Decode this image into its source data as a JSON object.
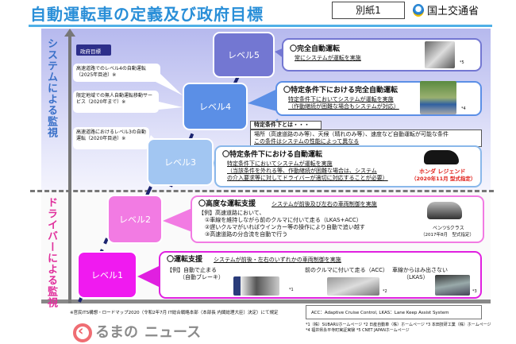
{
  "header": {
    "title": "自動運転車の定義及び政府目標",
    "attachment": "別紙1",
    "ministry": "国土交通省"
  },
  "side_labels": {
    "system": "システムによる監視",
    "driver": "ドライバーによる監視"
  },
  "goals": {
    "badge": "政府目標",
    "items": [
      "高速道路でのレベル4の自動運転（2025年目途）※",
      "限定地域での無人自動運転移動サービス（2020年まで）※",
      "高速道路におけるレベル3の自動運転（2020年目途）※"
    ]
  },
  "levels": [
    {
      "label": "レベル5",
      "heading": "〇完全自動運転",
      "lines": [
        "常にシステムが運転を実施"
      ],
      "credit": "*5"
    },
    {
      "label": "レベル4",
      "heading": "〇特定条件下における完全自動運転",
      "lines": [
        "特定条件下においてシステムが運転を実施",
        "（作動継続が困難な場合もシステムが対応）"
      ],
      "credit": "*4"
    },
    {
      "label": "レベル3",
      "heading": "〇特定条件下における自動運転",
      "lines": [
        "特定条件下においてシステムが運転を実施",
        "（当該条件を外れる等、作動継続が困難な場合は、システム",
        "の介入要求等に対してドライバーが適切に対応することが必要）"
      ],
      "car": "ホンダ レジェンド",
      "car_note": "（2020年11月 型式指定）"
    },
    {
      "label": "レベル2",
      "heading": "〇高度な運転支援",
      "summary": "システムが前後及び左右の車両制御を実施",
      "lines": [
        "【例】高速道路において、",
        "①車線を維持しながら前のクルマに付いて走る（LKAS+ACC）",
        "②遅いクルマがいればウインカー等の操作により自動で追い越す",
        "③高速道路の分合流を自動で行う"
      ],
      "car": "ベンツSクラス",
      "car_note": "（2017年8月　型式指定）"
    },
    {
      "label": "レベル1",
      "heading": "〇運転支援",
      "summary": "システムが前後・左右のいずれかの車両制御を実施",
      "ex1": "【例】自動で止まる",
      "ex1b": "（自動ブレーキ）",
      "ex2": "前のクルマに付いて走る（ACC）",
      "ex3": "車線からはみ出さない",
      "ex3b": "（LKAS）",
      "credits": [
        "*1",
        "*2",
        "*3"
      ]
    }
  ],
  "condition": {
    "title": "特定条件下とは・・・",
    "lines": [
      "場所（高速道路のみ等）、天候（晴れのみ等）、速度など自動運転が可能な条件",
      "この条件はシステムの性能によって異なる"
    ]
  },
  "footnote": "※官民ITS構想・ロードマップ2020（令和2年7月 IT総合戦略本部（本部長 内閣総理大臣）決定）にて規定",
  "abbrev": "ACC：Adaptive Cruise Control,  LKAS：Lane Keep Assist System",
  "credits": [
    "*1（株）SUBARUホームページ  *2 日産自動車（株）ホームページ  *3 本田技研工業（株）ホームページ",
    "*4 福井県永平寺町実証実験  *5 CNET JAPANホームページ"
  ],
  "watermark": {
    "line1": "るまの",
    "line2": "ニュース"
  },
  "colors": {
    "level5": "#7377d2",
    "level4": "#5b8fe6",
    "level3": "#a2c6f2",
    "level2": "#f27be3",
    "level1": "#f01af0",
    "title": "#2a8fd8"
  }
}
